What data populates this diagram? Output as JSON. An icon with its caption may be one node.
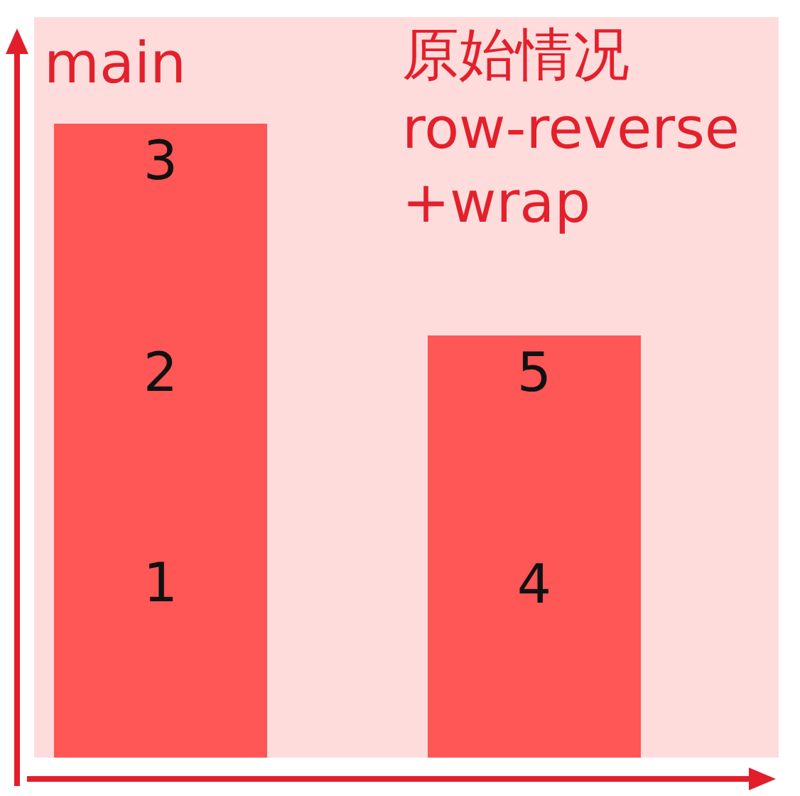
{
  "diagram": {
    "nodes": [
      {
        "text": [],
        "shape": "box"
      },
      {
        "text": [
          "3",
          "2",
          "1"
        ],
        "in": 0
      },
      {
        "text": [
          "5",
          "4"
        ],
        "in": 0
      }
    ],
    "labels": [
      "main",
      "原始情况 row-reverse +wrap"
    ]
  }
}
